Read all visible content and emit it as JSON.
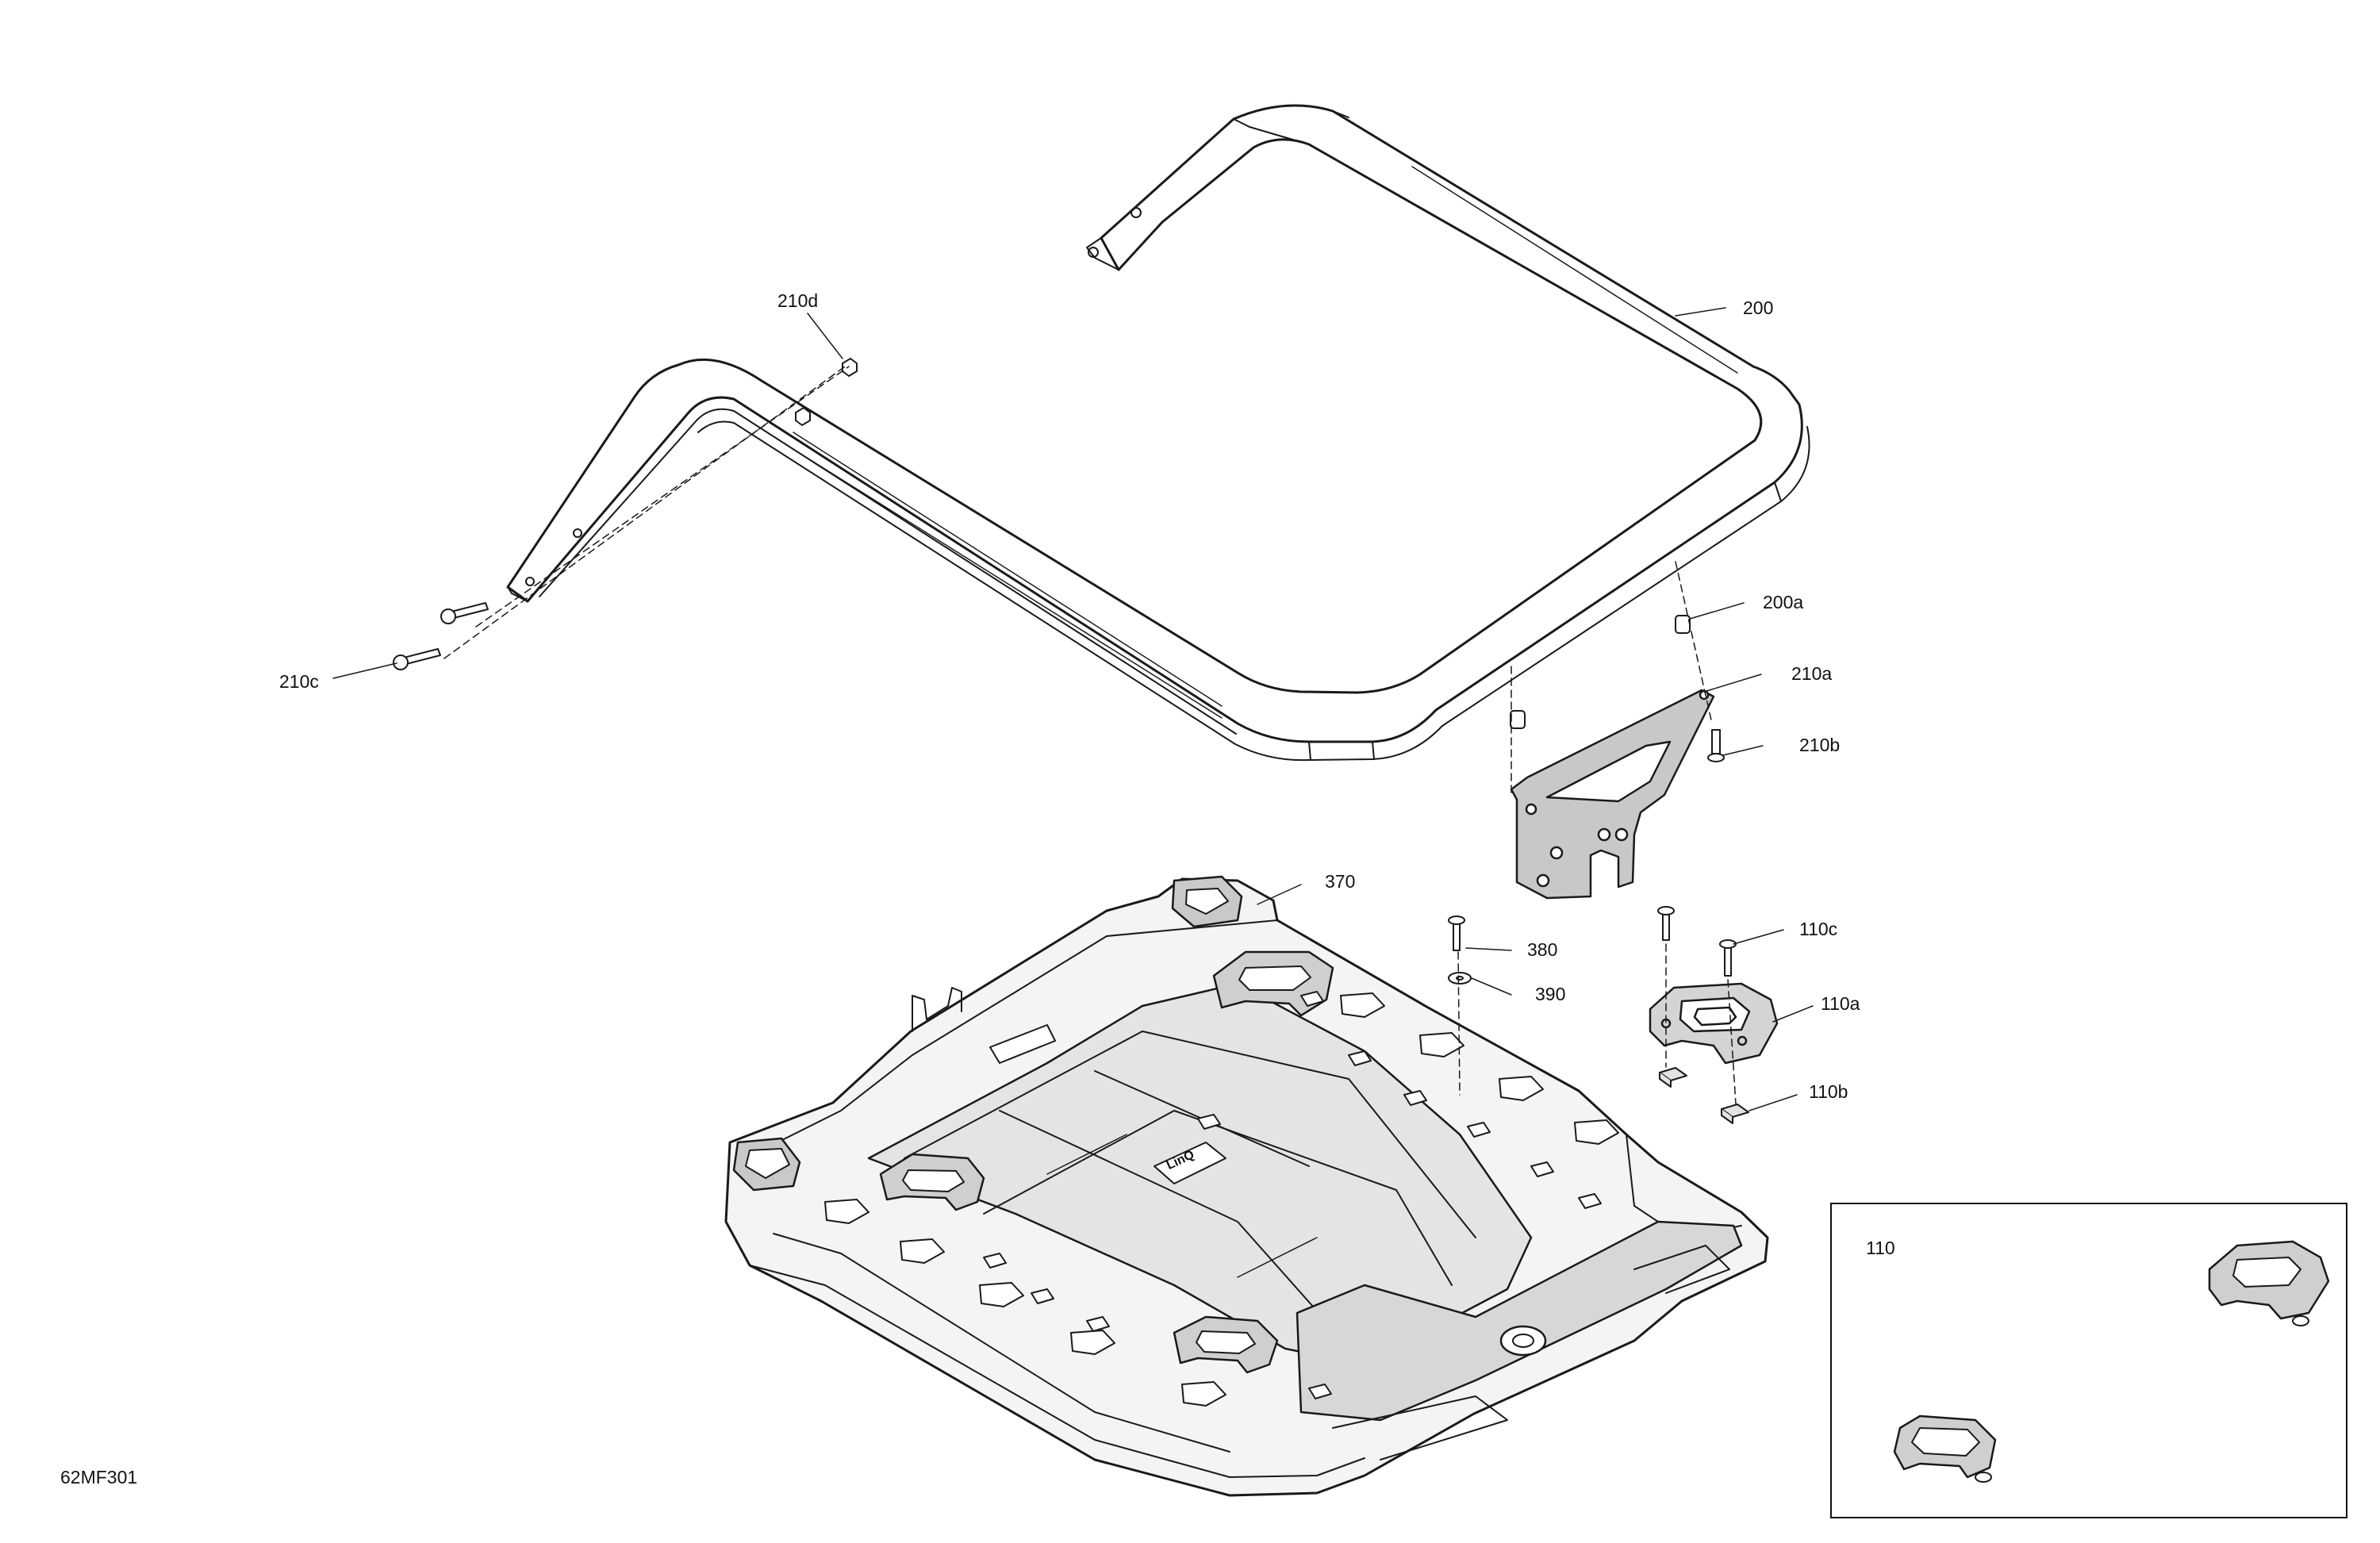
{
  "diagram": {
    "code": "62MF301",
    "callouts": [
      {
        "id": "200",
        "text": "200"
      },
      {
        "id": "200a",
        "text": "200a"
      },
      {
        "id": "210a",
        "text": "210a"
      },
      {
        "id": "210b",
        "text": "210b"
      },
      {
        "id": "210c",
        "text": "210c"
      },
      {
        "id": "210d",
        "text": "210d"
      },
      {
        "id": "370",
        "text": "370"
      },
      {
        "id": "380",
        "text": "380"
      },
      {
        "id": "390",
        "text": "390"
      },
      {
        "id": "110a",
        "text": "110a"
      },
      {
        "id": "110b",
        "text": "110b"
      },
      {
        "id": "110c",
        "text": "110c"
      }
    ],
    "inset": {
      "label": "110"
    },
    "logo_text": "LinQ"
  }
}
